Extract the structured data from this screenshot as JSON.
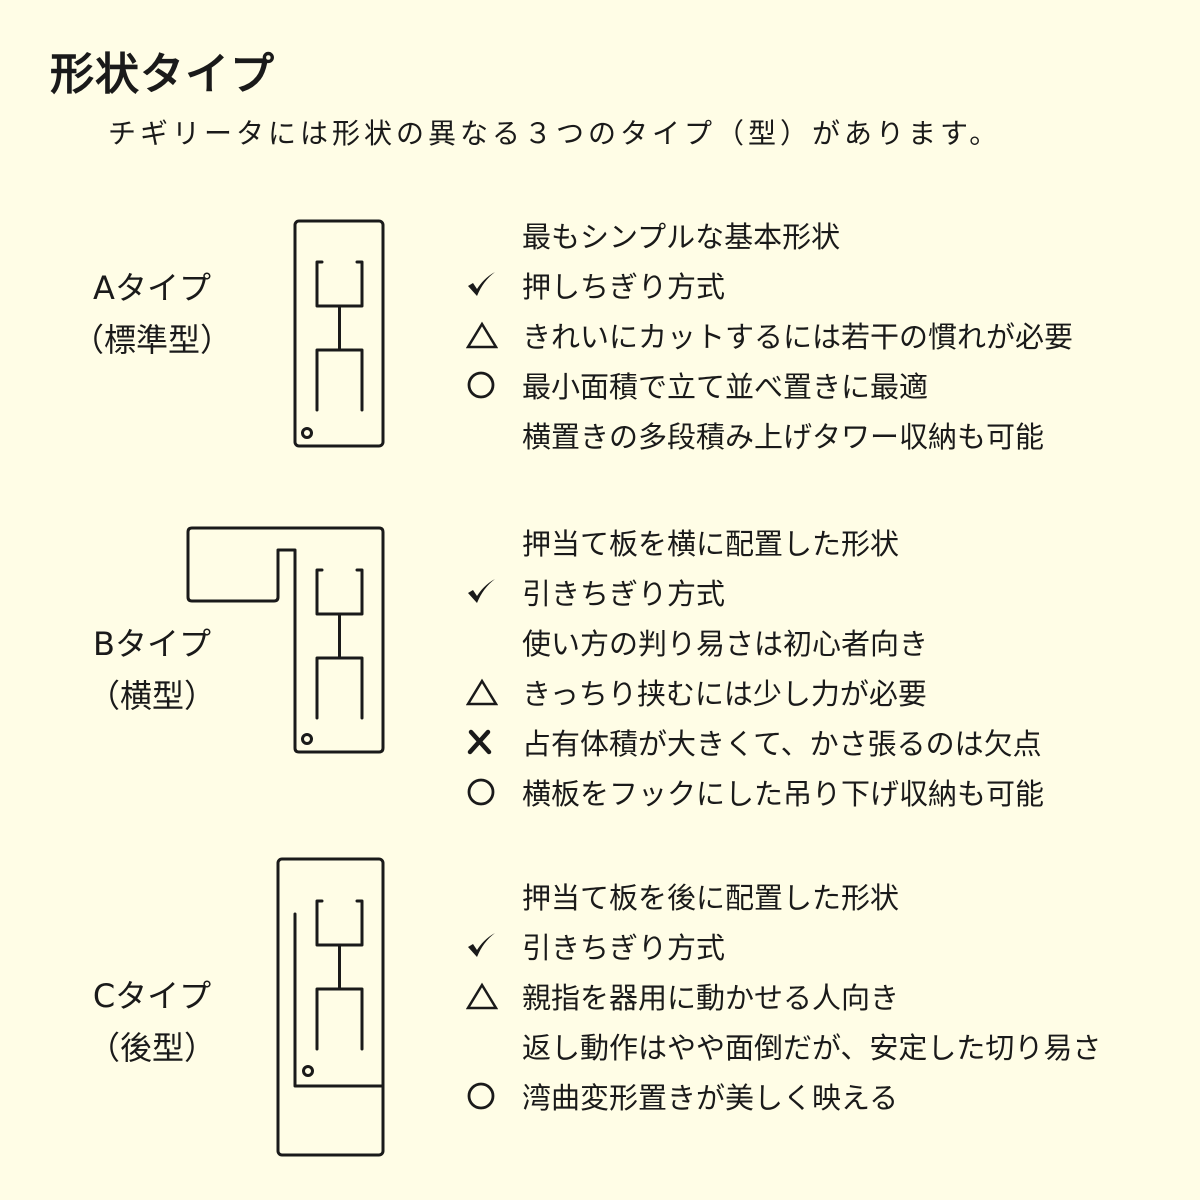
{
  "title": "形状タイプ",
  "subtitle": "チギリータには形状の異なる３つのタイプ（型）があります。",
  "types": [
    {
      "name": "Aタイプ",
      "subname": "（標準型）",
      "items": [
        {
          "mark": "none",
          "text": "最もシンプルな基本形状"
        },
        {
          "mark": "check",
          "text": "押しちぎり方式"
        },
        {
          "mark": "triangle",
          "text": "きれいにカットするには若干の慣れが必要"
        },
        {
          "mark": "circle",
          "text": "最小面積で立て並べ置きに最適"
        },
        {
          "mark": "none",
          "text": "横置きの多段積み上げタワー収納も可能"
        }
      ]
    },
    {
      "name": "Bタイプ",
      "subname": "（横型）",
      "items": [
        {
          "mark": "none",
          "text": "押当て板を横に配置した形状"
        },
        {
          "mark": "check",
          "text": "引きちぎり方式"
        },
        {
          "mark": "none",
          "text": "使い方の判り易さは初心者向き"
        },
        {
          "mark": "triangle",
          "text": "きっちり挟むには少し力が必要"
        },
        {
          "mark": "cross",
          "text": "占有体積が大きくて、かさ張るのは欠点"
        },
        {
          "mark": "circle",
          "text": "横板をフックにした吊り下げ収納も可能"
        }
      ]
    },
    {
      "name": "Cタイプ",
      "subname": "（後型）",
      "items": [
        {
          "mark": "none",
          "text": "押当て板を後に配置した形状"
        },
        {
          "mark": "check",
          "text": "引きちぎり方式"
        },
        {
          "mark": "triangle",
          "text": "親指を器用に動かせる人向き"
        },
        {
          "mark": "none",
          "text": "返し動作はやや面倒だが、安定した切り易さ"
        },
        {
          "mark": "circle",
          "text": "湾曲変形置きが美しく映える"
        }
      ]
    }
  ]
}
